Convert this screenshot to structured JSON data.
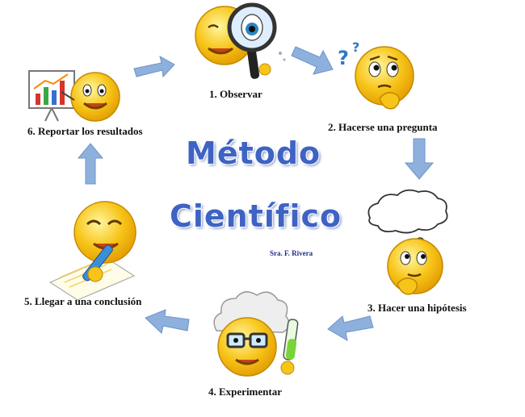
{
  "title": {
    "line1": "Método",
    "line2": "Científico",
    "author": "Sra. F. Rivera"
  },
  "steps": [
    {
      "label": "1. Observar",
      "icon": "magnifying-glass-smiley-icon"
    },
    {
      "label": "2. Hacerse una pregunta",
      "icon": "thinking-question-smiley-icon"
    },
    {
      "label": "3. Hacer una hipótesis",
      "icon": "thought-bubble-smiley-icon"
    },
    {
      "label": "4. Experimentar",
      "icon": "scientist-test-tube-smiley-icon"
    },
    {
      "label": "5. Llegar a una conclusión",
      "icon": "writing-smiley-icon"
    },
    {
      "label": "6. Reportar los resultados",
      "icon": "chart-presenting-smiley-icon"
    }
  ],
  "colors": {
    "title": "#3f63c4",
    "arrow": "#8eb0dc",
    "smiley_face": "#f7c51a",
    "smiley_outline": "#c48a00"
  }
}
